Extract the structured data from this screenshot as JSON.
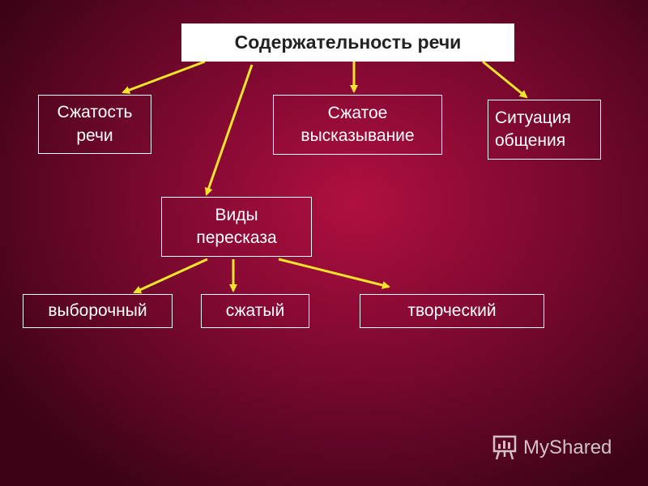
{
  "diagram": {
    "root": "Содержательность речи",
    "nodes": {
      "compress": [
        "Сжатость",
        "речи"
      ],
      "statement": [
        "Сжатое",
        "высказывание"
      ],
      "situation": [
        "Ситуация",
        "общения"
      ],
      "types": [
        "Виды",
        "пересказа"
      ],
      "selective": "выборочный",
      "compressed": "сжатый",
      "creative": "творческий"
    },
    "arrow_color": "#f2e52a"
  },
  "watermark": {
    "text": "MyShared",
    "icon": "presentation-board-icon"
  }
}
